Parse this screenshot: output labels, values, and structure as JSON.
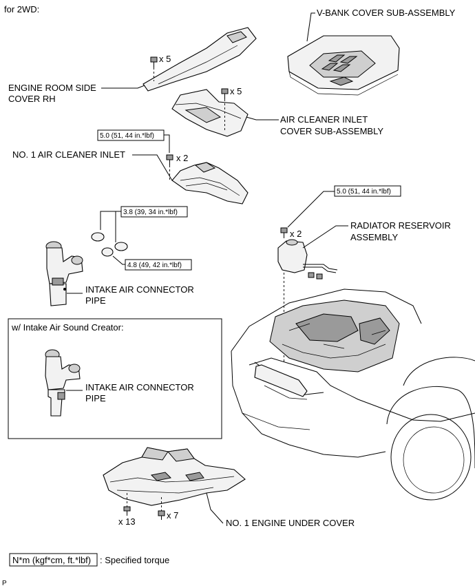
{
  "header": {
    "variant": "for 2WD:"
  },
  "labels": {
    "v_bank_cover": "V-BANK COVER SUB-ASSEMBLY",
    "engine_room_side_cover_1": "ENGINE ROOM SIDE",
    "engine_room_side_cover_2": "COVER RH",
    "air_cleaner_inlet_cover_1": "AIR CLEANER INLET",
    "air_cleaner_inlet_cover_2": "COVER SUB-ASSEMBLY",
    "no1_air_cleaner_inlet": "NO. 1 AIR CLEANER INLET",
    "radiator_reservoir_1": "RADIATOR RESERVOIR",
    "radiator_reservoir_2": "ASSEMBLY",
    "intake_pipe_1": "INTAKE AIR CONNECTOR",
    "intake_pipe_2": "PIPE",
    "sound_creator_title": "w/ Intake Air Sound Creator:",
    "intake_pipe_sc_1": "INTAKE AIR CONNECTOR",
    "intake_pipe_sc_2": "PIPE",
    "under_cover": "NO. 1 ENGINE UNDER COVER"
  },
  "quantities": {
    "side_cover_bolts": "x 5",
    "inlet_cover_bolts": "x 5",
    "inlet_bolts": "x 2",
    "reservoir_bolts": "x 2",
    "under_cover_clips": "x 13",
    "under_cover_bolts": "x 7"
  },
  "torques": {
    "inlet": "5.0 (51, 44 in.*lbf)",
    "reservoir": "5.0 (51, 44 in.*lbf)",
    "clamp_upper": "3.8 (39, 34 in.*lbf)",
    "clamp_lower": "4.8 (49, 42 in.*lbf)"
  },
  "legend": {
    "unit_box": "N*m (kgf*cm, ft.*lbf)",
    "text": ": Specified torque"
  },
  "footer": {
    "code": "P"
  }
}
